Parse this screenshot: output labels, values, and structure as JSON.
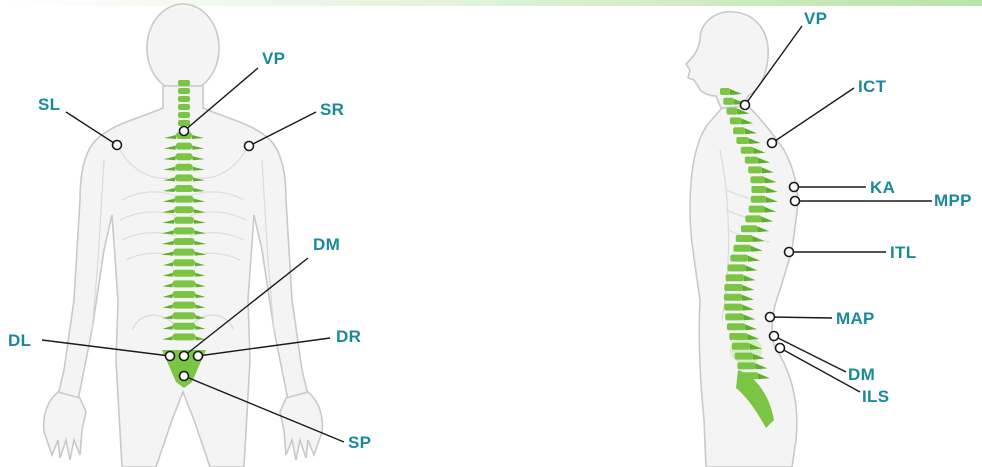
{
  "colors": {
    "label": "#1a8a9a",
    "spine": "#7cc544",
    "spine_dark": "#5fae2c",
    "line": "#1a1a1a"
  },
  "back_view": {
    "labels": {
      "vp": "VP",
      "sl": "SL",
      "sr": "SR",
      "dm": "DM",
      "dl": "DL",
      "dr": "DR",
      "sp": "SP"
    }
  },
  "side_view": {
    "labels": {
      "vp": "VP",
      "ict": "ICT",
      "ka": "KA",
      "mpp": "MPP",
      "itl": "ITL",
      "map": "MAP",
      "dm": "DM",
      "ils": "ILS"
    }
  }
}
